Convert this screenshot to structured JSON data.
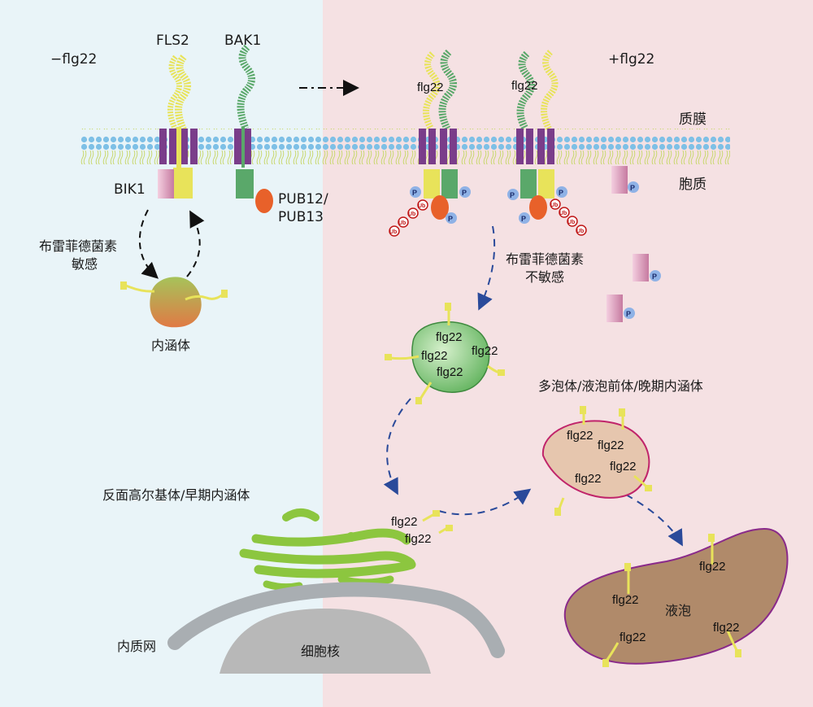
{
  "labels": {
    "minus_flg22": "−flg22",
    "plus_flg22": "+flg22",
    "fls2": "FLS2",
    "bak1": "BAK1",
    "bik1": "BIK1",
    "pub12": "PUB12/",
    "pub13": "PUB13",
    "plasma_membrane": "质膜",
    "cytoplasm": "胞质",
    "sensitive_1": "布雷菲德菌素",
    "sensitive_2": "敏感",
    "insensitive_1": "布雷菲德菌素",
    "insensitive_2": "不敏感",
    "endosome": "内涵体",
    "mvb": "多泡体/液泡前体/晚期内涵体",
    "tgn": "反面高尔基体/早期内涵体",
    "er": "内质网",
    "nucleus": "细胞核",
    "vacuole": "液泡",
    "flg22": "flg22",
    "p": "P",
    "ub": "Ub"
  },
  "colors": {
    "left_bg": "#e9f4f8",
    "right_bg": "#f5e1e3",
    "fls2": "#e8e35a",
    "bak1": "#5aa86a",
    "pub": "#e8612a",
    "bik1": "#e0a3c0",
    "arrow_blue": "#2a4a9a",
    "golgi": "#8cc63f",
    "er": "#a9aeb2",
    "vacuole": "#b08a6a",
    "mvb": "#e6c6ae",
    "endosome_green": "#7cc47a"
  }
}
